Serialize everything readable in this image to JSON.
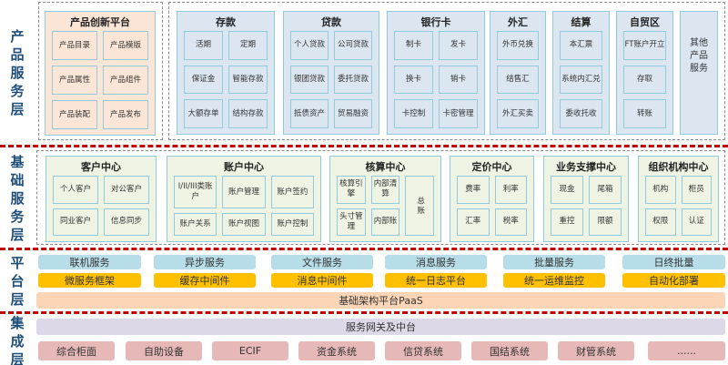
{
  "layers": {
    "product": "产品服务层",
    "foundation": "基础服务层",
    "platform": "平台层",
    "integration": "集成层"
  },
  "product_innovation": {
    "title": "产品创新平台",
    "items": [
      "产品目录",
      "产品模版",
      "产品属性",
      "产品组件",
      "产品装配",
      "产品发布"
    ]
  },
  "product_groups": [
    {
      "title": "存款",
      "items": [
        "活期",
        "定期",
        "保证金",
        "智能存款",
        "大额存单",
        "结构存款"
      ]
    },
    {
      "title": "贷款",
      "items": [
        "个人贷款",
        "公司贷款",
        "银团贷款",
        "委托贷款",
        "抵债资产",
        "贸易融资"
      ]
    },
    {
      "title": "银行卡",
      "items": [
        "制卡",
        "发卡",
        "换卡",
        "销卡",
        "卡控制",
        "卡密管理"
      ]
    },
    {
      "title": "外汇",
      "items": [
        "外币兑换",
        "结售汇",
        "外汇买卖"
      ]
    },
    {
      "title": "结算",
      "items": [
        "本汇票",
        "系统内汇兑",
        "委收托收"
      ]
    },
    {
      "title": "自贸区",
      "items": [
        "FT账户开立",
        "存取",
        "转账"
      ]
    }
  ],
  "other_products": "其他产品服务",
  "foundation_groups": [
    {
      "title": "客户中心",
      "items": [
        "个人客户",
        "对公客户",
        "同业客户",
        "信息同步"
      ]
    },
    {
      "title": "账户中心",
      "items": [
        "I/II/III类账户",
        "账户管理",
        "账户签约",
        "账户关系",
        "账户视图",
        "账户控制"
      ]
    },
    {
      "title": "核算中心",
      "items": [
        "核算引擎",
        "内部清算",
        "总账",
        "头寸管理",
        "内部账"
      ]
    },
    {
      "title": "定价中心",
      "items": [
        "费率",
        "利率",
        "汇率",
        "税率"
      ]
    },
    {
      "title": "业务支撑中心",
      "items": [
        "现金",
        "尾箱",
        "重控",
        "限额"
      ]
    },
    {
      "title": "组织机构中心",
      "items": [
        "机构",
        "柜员",
        "权限",
        "认证"
      ]
    }
  ],
  "platform": {
    "services": [
      "联机服务",
      "异步服务",
      "文件服务",
      "消息服务",
      "批量服务",
      "日终批量"
    ],
    "middleware": [
      "微服务框架",
      "缓存中间件",
      "消息中间件",
      "统一日志平台",
      "统一运维监控",
      "自动化部署"
    ],
    "paas": "基础架构平台PaaS"
  },
  "integration": {
    "gateway": "服务网关及中台",
    "systems": [
      "综合柜面",
      "自助设备",
      "ECIF",
      "资金系统",
      "信贷系统",
      "国结系统",
      "财管系统",
      "......"
    ]
  },
  "colors": {
    "layer_label": "#1f4e79",
    "separator": "#c00000",
    "product_innovation_bg": "#fbe5d6",
    "product_bg": "#dce6f1",
    "foundation_bg": "#eef3e3",
    "service_bar": "#b7dde8",
    "middleware_bar": "#ffc000",
    "paas_bar": "#fbd5b5",
    "gateway_bar": "#dcd8e8",
    "system_bar": "#e6b9b8"
  }
}
